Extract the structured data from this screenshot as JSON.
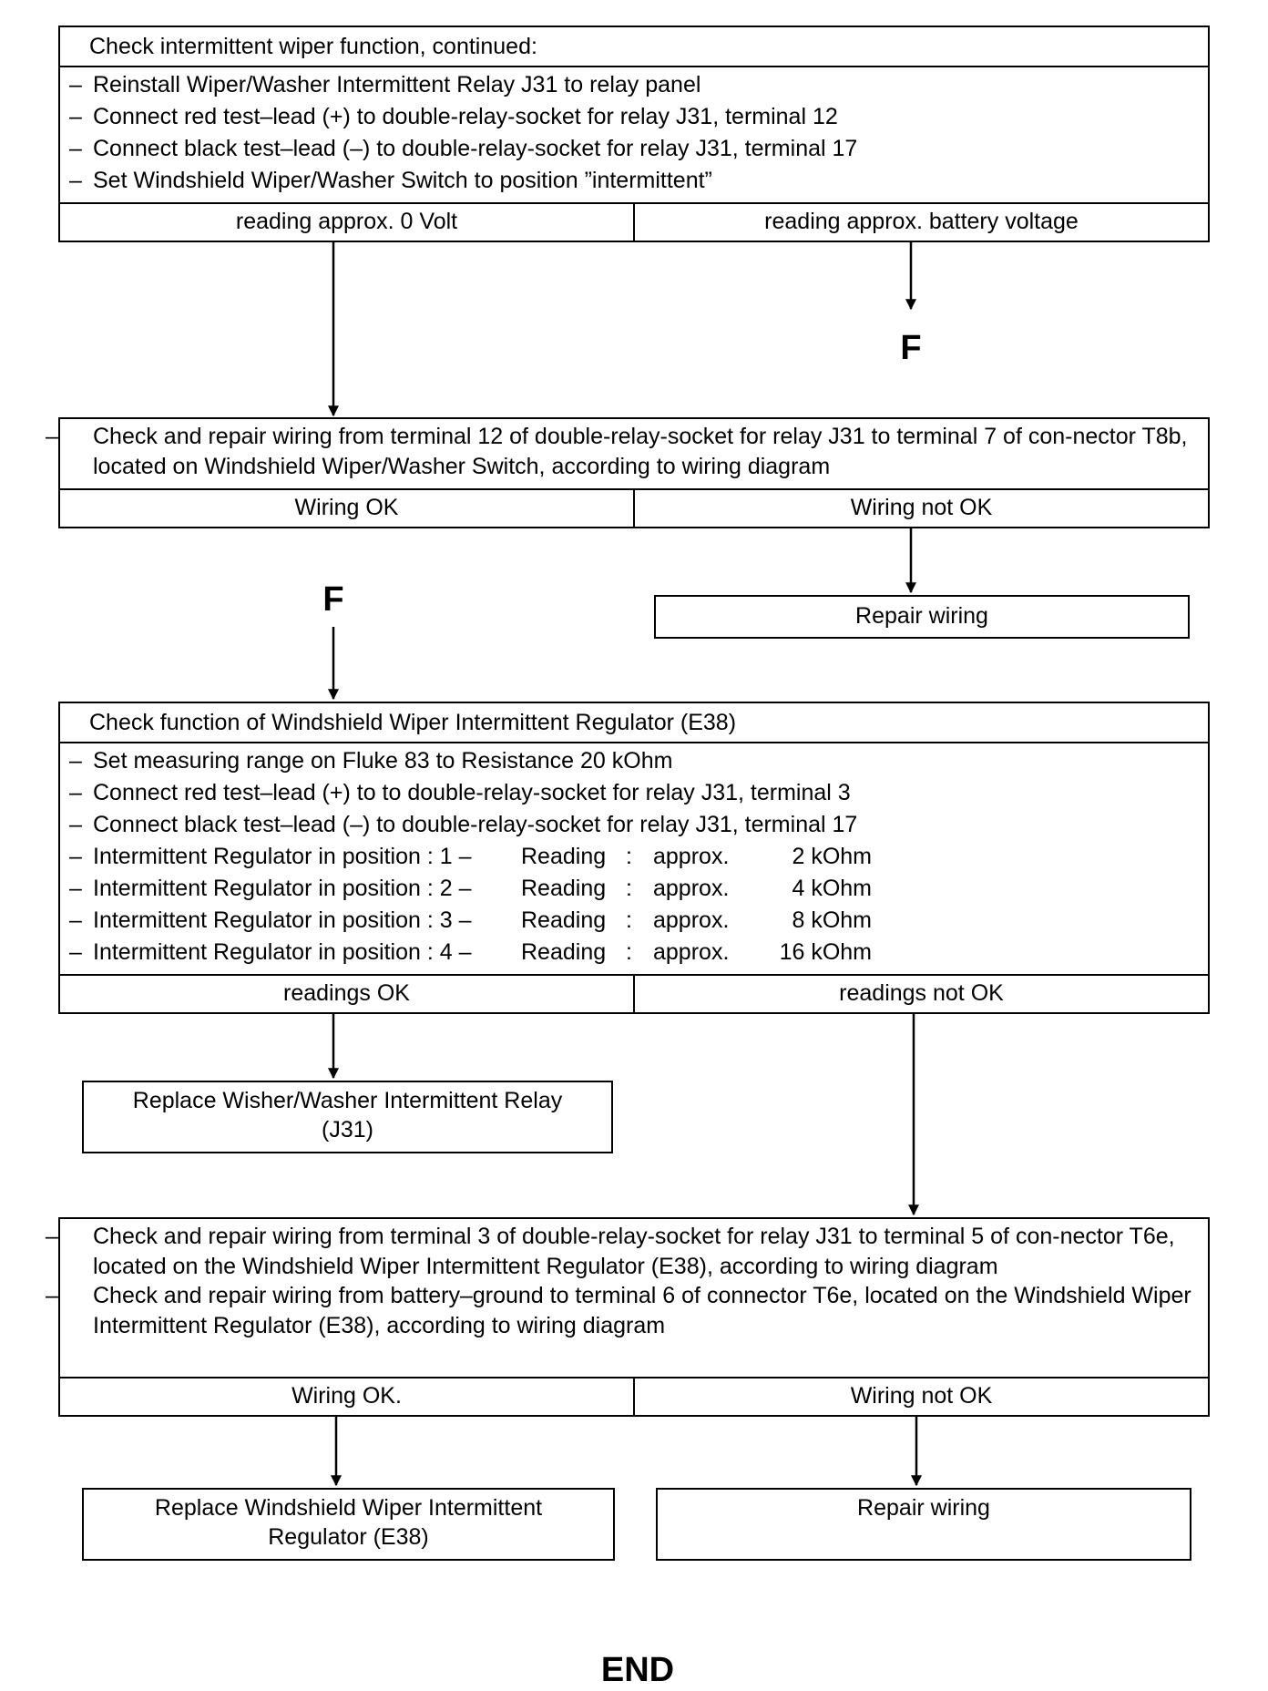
{
  "box1": {
    "header": "Check intermittent wiper function, continued:",
    "steps": [
      "Reinstall Wiper/Washer Intermittent Relay J31 to relay panel",
      "Connect red test–lead (+) to double-relay-socket for relay J31, terminal 12",
      "Connect black test–lead (–) to double-relay-socket for relay J31, terminal 17",
      "Set Windshield Wiper/Washer Switch to position ”intermittent”"
    ],
    "outcome_left": "reading approx. 0 Volt",
    "outcome_right": "reading approx. battery voltage"
  },
  "connector_F_right": "F",
  "box2": {
    "step": "Check and repair wiring from terminal 12 of double-relay-socket for relay J31 to terminal 7 of con-nector T8b, located on Windshield Wiper/Washer Switch, according to wiring diagram",
    "outcome_left": "Wiring OK",
    "outcome_right": "Wiring not OK"
  },
  "connector_F_left": "F",
  "result_repair_1": "Repair wiring",
  "box3": {
    "header": "Check function of Windshield Wiper Intermittent Regulator (E38)",
    "steps": [
      "Set measuring range on Fluke 83 to Resistance 20 kOhm",
      "Connect red test–lead (+) to to double-relay-socket for relay J31, terminal 3",
      "Connect black test–lead (–) to double-relay-socket for relay J31, terminal 17"
    ],
    "positions": [
      {
        "label": "Intermittent Regulator in position : 1 –",
        "reading": "Reading",
        "colon": ":",
        "approx": "approx.",
        "value": "2 kOhm"
      },
      {
        "label": "Intermittent Regulator in position : 2 –",
        "reading": "Reading",
        "colon": ":",
        "approx": "approx.",
        "value": "4 kOhm"
      },
      {
        "label": "Intermittent Regulator in position : 3 –",
        "reading": "Reading",
        "colon": ":",
        "approx": "approx.",
        "value": "8 kOhm"
      },
      {
        "label": "Intermittent Regulator in position : 4 –",
        "reading": "Reading",
        "colon": ":",
        "approx": "approx.",
        "value": "16 kOhm"
      }
    ],
    "outcome_left": "readings OK",
    "outcome_right": "readings not OK"
  },
  "result_replace_relay": "Replace Wisher/Washer Intermittent Relay (J31)",
  "box4": {
    "steps": [
      "Check and repair wiring from terminal 3 of double-relay-socket for relay J31 to terminal 5 of con-nector T6e, located on the Windshield Wiper Intermittent Regulator (E38), according to wiring diagram",
      "Check and repair wiring from battery–ground to terminal 6 of connector T6e, located on the Windshield Wiper Intermittent Regulator (E38), according to wiring diagram"
    ],
    "outcome_left": "Wiring OK.",
    "outcome_right": "Wiring not OK"
  },
  "result_replace_regulator": "Replace Windshield Wiper Intermittent Regulator (E38)",
  "result_repair_2": "Repair wiring",
  "end_label": "END",
  "dash": "–"
}
